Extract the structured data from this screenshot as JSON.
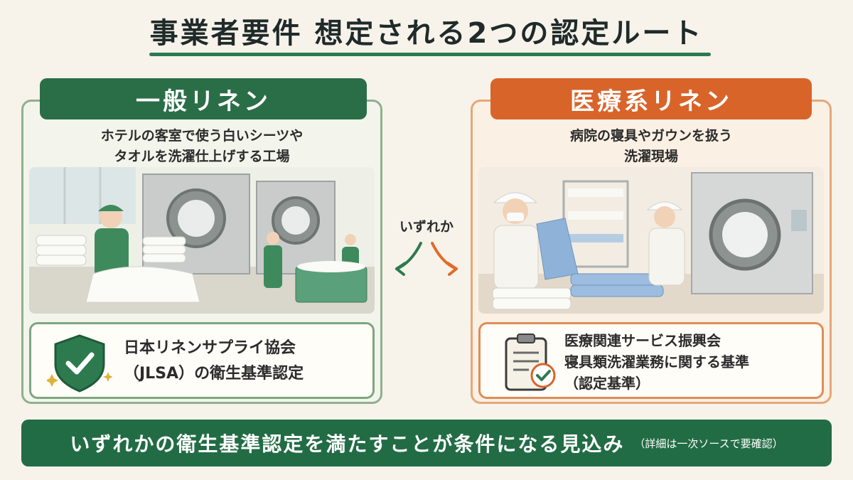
{
  "title": "事業者要件 想定される2つの認定ルート",
  "left": {
    "badge": "一般リネン",
    "description_line1": "ホテルの客室で使う白いシーツや",
    "description_line2": "タオルを洗濯仕上げする工場",
    "cert_line1": "日本リネンサプライ協会",
    "cert_line2": "（JLSA）の衛生基準認定",
    "cert_icon": "shield-check-icon",
    "accent": "#2a6e48"
  },
  "center": {
    "label": "いずれか"
  },
  "right": {
    "badge": "医療系リネン",
    "description_line1": "病院の寝具やガウンを扱う",
    "description_line2": "洗濯現場",
    "cert_line1": "医療関連サービス振興会",
    "cert_line2": "寝具類洗濯業務に関する基準",
    "cert_line3": "（認定基準）",
    "cert_icon": "clipboard-check-icon",
    "accent": "#d8642a"
  },
  "bottom": {
    "main": "いずれかの衛生基準認定を満たすことが条件になる見込み",
    "note": "（詳細は一次ソースで要確認）"
  }
}
